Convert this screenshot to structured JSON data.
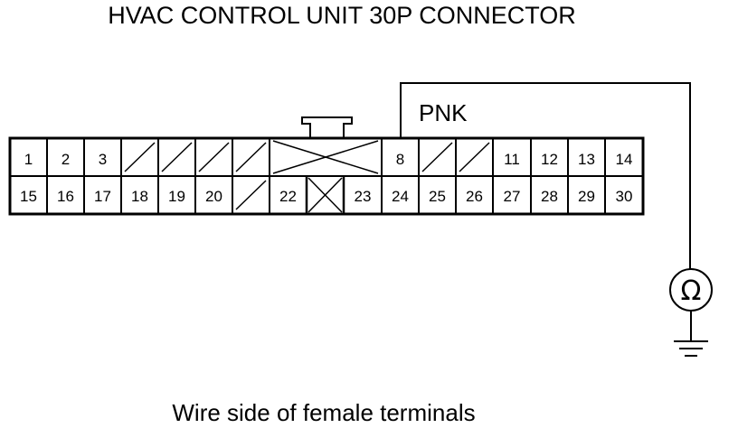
{
  "title": "HVAC CONTROL UNIT 30P CONNECTOR",
  "caption": "Wire side of female terminals",
  "wire_color": "PNK",
  "meter_symbol": "Ω",
  "icons": [
    "ohmmeter-icon",
    "ground-icon",
    "connector-lock-icon"
  ],
  "connector": {
    "top_row": [
      "1",
      "2",
      "3",
      "",
      "",
      "",
      "",
      "",
      "",
      "8",
      "",
      "",
      "11",
      "12",
      "13",
      "14"
    ],
    "bottom_row": [
      "15",
      "16",
      "17",
      "18",
      "19",
      "20",
      "",
      "22",
      "",
      "23",
      "24",
      "25",
      "26",
      "27",
      "28",
      "29",
      "30"
    ]
  }
}
